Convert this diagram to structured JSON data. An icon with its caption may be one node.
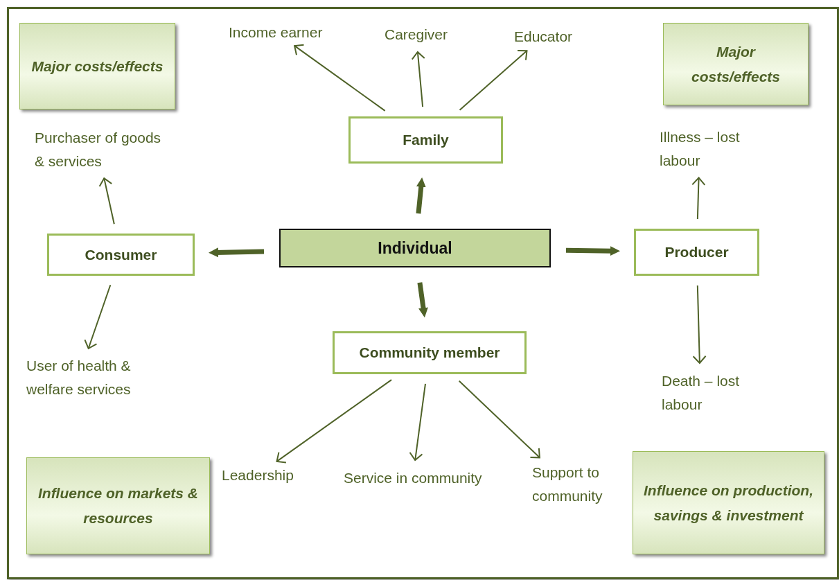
{
  "diagram": {
    "nodes": [
      {
        "text": [
          "Individual"
        ]
      },
      {
        "text": [
          "Family"
        ]
      },
      {
        "text": [
          "Consumer"
        ]
      },
      {
        "text": [
          "Producer"
        ]
      },
      {
        "text": [
          "Community member"
        ]
      },
      {
        "text": [
          "Income earner"
        ]
      },
      {
        "text": [
          "Caregiver"
        ]
      },
      {
        "text": [
          "Educator"
        ]
      },
      {
        "text": [
          "Purchaser of goods & services"
        ]
      },
      {
        "text": [
          "User of health & welfare services"
        ]
      },
      {
        "text": [
          "Illness – lost labour"
        ]
      },
      {
        "text": [
          "Death – lost labour"
        ]
      },
      {
        "text": [
          "Leadership"
        ]
      },
      {
        "text": [
          "Service in community"
        ]
      },
      {
        "text": [
          "Support to community"
        ]
      },
      {
        "text": [
          "Major costs/effects"
        ]
      },
      {
        "text": [
          "Major costs/effects"
        ]
      },
      {
        "text": [
          "Influence on markets & resources"
        ]
      },
      {
        "text": [
          "Influence on production, savings & investment"
        ]
      }
    ],
    "edges": [
      {
        "from": 0,
        "to": 1,
        "arrow": "to",
        "style": "thick"
      },
      {
        "from": 0,
        "to": 2,
        "arrow": "to",
        "style": "thick"
      },
      {
        "from": 0,
        "to": 3,
        "arrow": "to",
        "style": "thick"
      },
      {
        "from": 0,
        "to": 4,
        "arrow": "to",
        "style": "thick"
      },
      {
        "from": 1,
        "to": 5,
        "arrow": "to"
      },
      {
        "from": 1,
        "to": 6,
        "arrow": "to"
      },
      {
        "from": 1,
        "to": 7,
        "arrow": "to"
      },
      {
        "from": 2,
        "to": 8,
        "arrow": "to"
      },
      {
        "from": 2,
        "to": 9,
        "arrow": "to"
      },
      {
        "from": 3,
        "to": 10,
        "arrow": "to"
      },
      {
        "from": 3,
        "to": 11,
        "arrow": "to"
      },
      {
        "from": 4,
        "to": 12,
        "arrow": "to"
      },
      {
        "from": 4,
        "to": 13,
        "arrow": "to"
      },
      {
        "from": 4,
        "to": 14,
        "arrow": "to"
      }
    ]
  }
}
